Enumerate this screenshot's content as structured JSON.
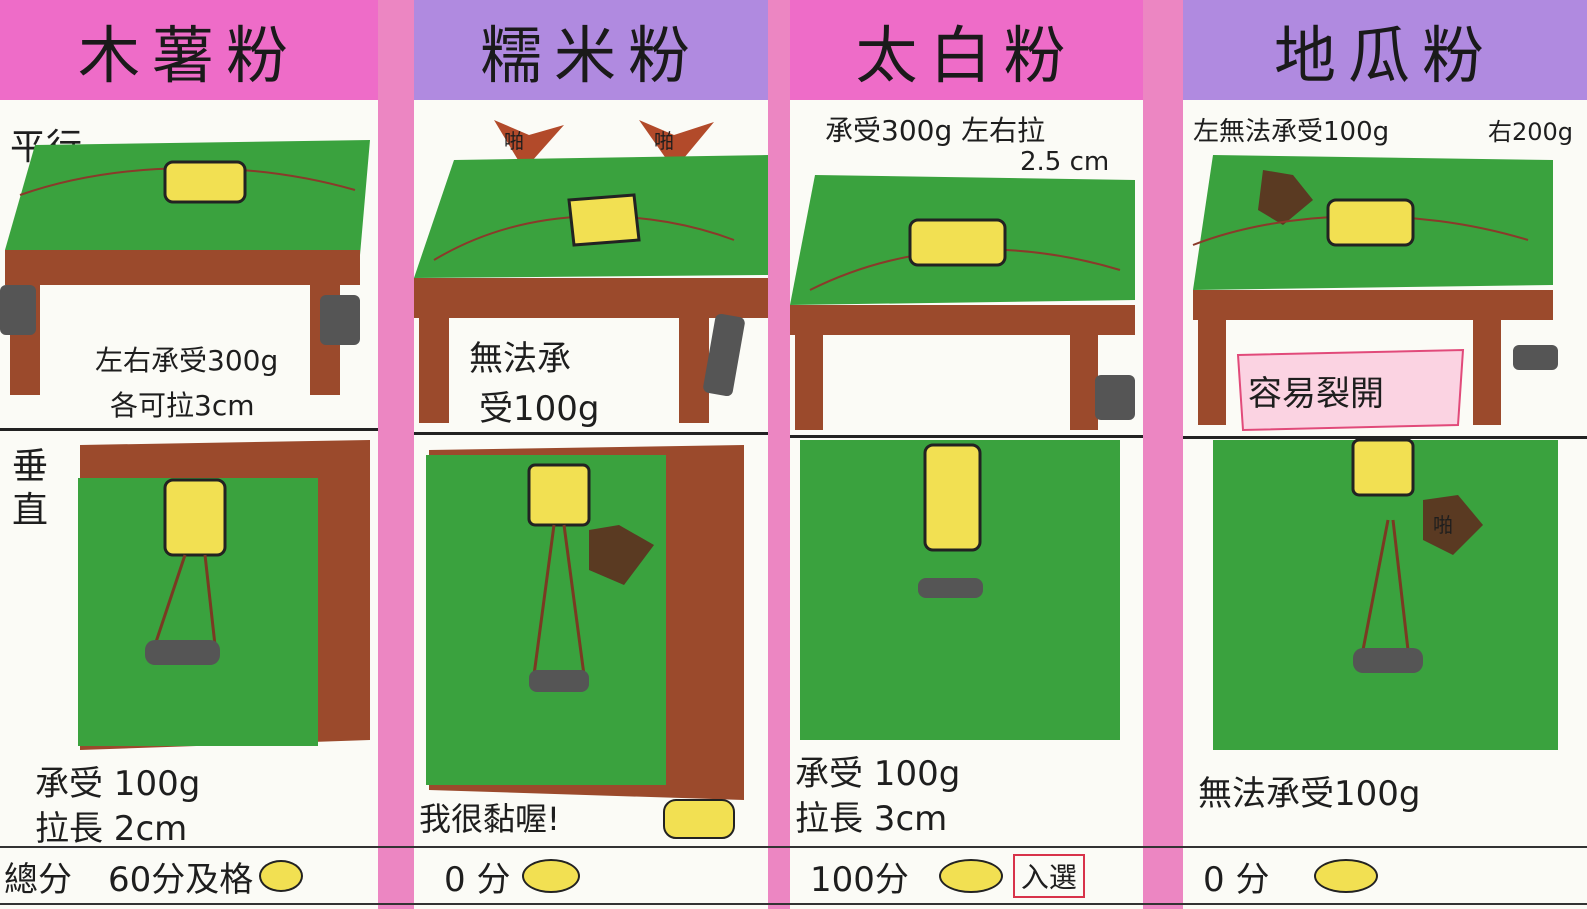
{
  "row_labels": {
    "horizontal": "平行",
    "vertical": "垂直"
  },
  "columns": [
    {
      "name": "木薯粉",
      "header_color": "#ee6cc8",
      "horizontal_note_1": "左右承受300g",
      "horizontal_note_2": "各可拉3cm",
      "vertical_note_1": "承受 100g",
      "vertical_note_2": "拉長 2cm",
      "score": "60分及格"
    },
    {
      "name": "糯米粉",
      "header_color": "#b08ae0",
      "badge_text": "啪",
      "horizontal_note_1": "無法承",
      "horizontal_note_2": "受100g",
      "vertical_note_1": "我很黏喔!",
      "score": "0 分"
    },
    {
      "name": "太白粉",
      "header_color": "#ee6cc8",
      "horizontal_note_1": "承受300g 左右拉",
      "horizontal_note_2": "2.5 cm",
      "vertical_note_1": "承受 100g",
      "vertical_note_2": "拉長 3cm",
      "score": "100分",
      "winner_tag": "入選"
    },
    {
      "name": "地瓜粉",
      "header_color": "#b08ae0",
      "badge_text": "啪",
      "horizontal_note_1": "左無法承受100g",
      "horizontal_note_2": "右200g",
      "horizontal_alert": "容易裂開",
      "vertical_note_1": "無法承受100g",
      "score": "0 分"
    }
  ],
  "footer": {
    "total_label": "總分"
  },
  "colors": {
    "table_green": "#3aa23e",
    "table_brown": "#9b4a2c",
    "weight_gray": "#555555",
    "block_yellow": "#f2e052",
    "separator_pink": "#ec86c2"
  }
}
